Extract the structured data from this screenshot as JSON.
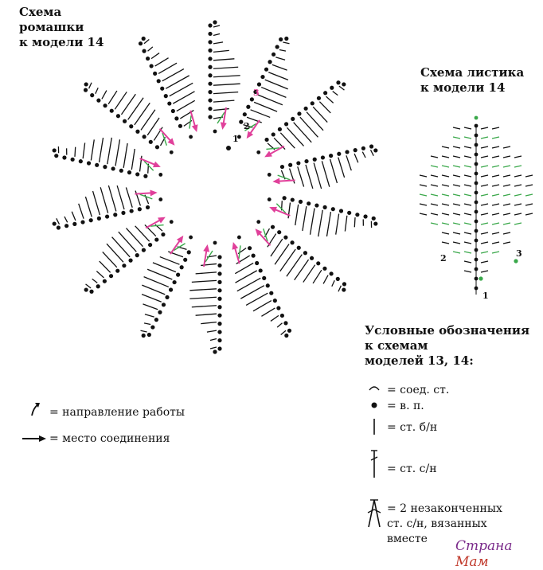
{
  "flower": {
    "title": "Схема\nромашки\nк модели 14",
    "petal_count": 14,
    "labels": [
      "1",
      "2",
      "3"
    ],
    "colors": {
      "arrow": "#e0409a",
      "green": "#3aa84a",
      "ink": "#111111"
    }
  },
  "leaf": {
    "title": "Схема листика\nк модели 14",
    "labels": [
      "1",
      "2",
      "3"
    ]
  },
  "legend_left": {
    "direction": "= направление работы",
    "join": "= место соединения"
  },
  "legend": {
    "title": "Условные обозначения\nк схемам\nмоделей 13, 14:",
    "items": [
      {
        "icon": "slip-stitch-icon",
        "text": "= соед. ст."
      },
      {
        "icon": "chain-icon",
        "text": "= в. п."
      },
      {
        "icon": "single-crochet-icon",
        "text": "= ст. б/н"
      },
      {
        "icon": "double-crochet-icon",
        "text": "= ст. с/н"
      },
      {
        "icon": "dc2tog-icon",
        "text": "= 2 незаконченных\nст. с/н, вязанных\nвместе"
      }
    ]
  },
  "watermark": {
    "part1": "Страна",
    "part2": " Мам"
  }
}
